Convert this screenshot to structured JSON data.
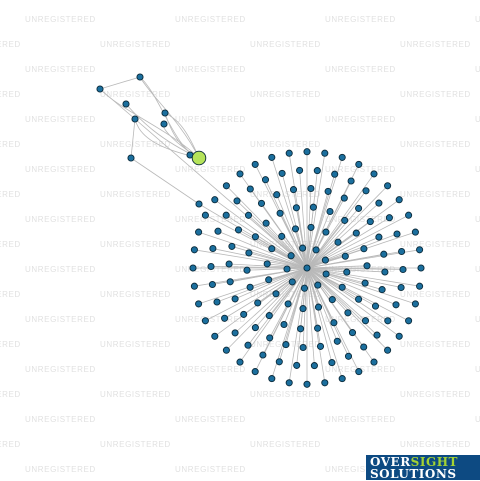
{
  "watermark": {
    "text": "UNREGISTERED"
  },
  "brand": {
    "word1": "OVER",
    "word2": "SIGHT",
    "word3": "SOLUTIONS"
  },
  "colors": {
    "edge": "#b9b9b9",
    "node_fill": "#1b6f9e",
    "node_stroke": "#0b2a3a",
    "hub_fill": "#b5e35a",
    "watermark": "#e1e1e1",
    "brand_bg": "#0d4a82",
    "brand_accent": "#a4d233"
  }
}
